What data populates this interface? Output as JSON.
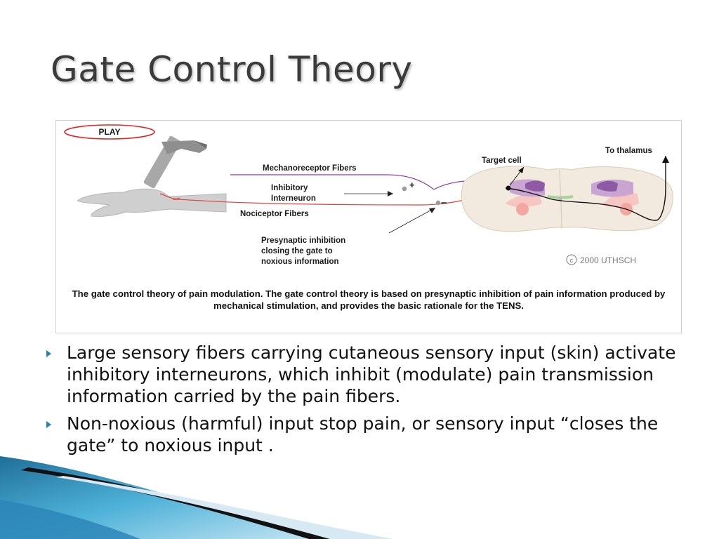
{
  "slide": {
    "title": "Gate Control Theory"
  },
  "figure": {
    "play_label": "PLAY",
    "labels": {
      "mechanoreceptor": "Mechanoreceptor Fibers",
      "interneuron_line1": "Inhibitory",
      "interneuron_line2": "Interneuron",
      "nociceptor": "Nociceptor Fibers",
      "target_cell": "Target cell",
      "to_thalamus": "To thalamus",
      "presynaptic_line1": "Presynaptic inhibition",
      "presynaptic_line2": "closing the gate to",
      "presynaptic_line3": "noxious information",
      "plus": "+",
      "minus": "−",
      "copyright": "2000 UTHSCH"
    },
    "caption": "The gate control theory of pain modulation. The gate control theory is based on presynaptic inhibition of pain information produced by mechanical stimulation, and provides the basic rationale for the TENS."
  },
  "bullets": [
    "Large sensory fibers carrying cutaneous sensory input (skin) activate inhibitory interneurons, which inhibit (modulate) pain transmission information carried by the pain fibers.",
    "Non-noxious (harmful) input stop pain, or sensory input “closes the gate” to noxious input ."
  ],
  "colors": {
    "title": "#3b3b3b",
    "mechanoreceptor_fiber": "#8a3fa0",
    "nociceptor_fiber": "#e0413a",
    "bullet_marker": "#2c7fb0",
    "play_outline": "#d92a2a"
  }
}
